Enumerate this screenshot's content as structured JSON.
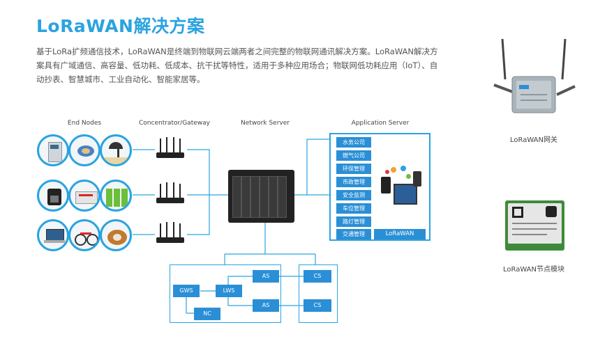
{
  "header": {
    "title": "LoRaWAN解决方案",
    "paragraph": "基于LoRa扩频通信技术，LoRaWAN是终端到物联网云端两者之间完整的物联网通讯解决方案。LoRaWAN解决方案具有广域通信、高容量、低功耗、低成本、抗干扰等特性，适用于多种应用场合；物联网低功耗应用（IoT）、自动抄表、智慧城市、工业自动化、智能家居等。"
  },
  "diagram": {
    "columns": {
      "end_nodes": "End Nodes",
      "gateway": "Concentrator/Gateway",
      "network_server": "Network Server",
      "app_server": "Application Server"
    },
    "app_items": [
      "水务公司",
      "燃气公司",
      "环保管理",
      "市政管理",
      "安全监测",
      "车位管理",
      "路灯管理",
      "交通管理"
    ],
    "lorawan_tag": "LoRaWAN",
    "nodes": {
      "gws": "GWS",
      "lws": "LWS",
      "nc": "NC",
      "as1": "AS",
      "as2": "AS",
      "cs1": "CS",
      "cs2": "CS"
    }
  },
  "products": {
    "gateway_caption": "LoRaWAN网关",
    "module_caption": "LoRaWAN节点模块"
  },
  "colors": {
    "accent": "#2aa3e0",
    "box": "#2a8fd6"
  }
}
